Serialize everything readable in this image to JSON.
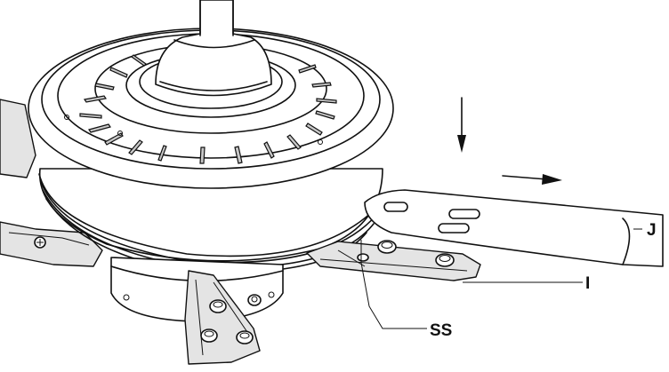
{
  "figure": {
    "labels": {
      "j": "J",
      "i": "I",
      "ss": "SS"
    }
  }
}
